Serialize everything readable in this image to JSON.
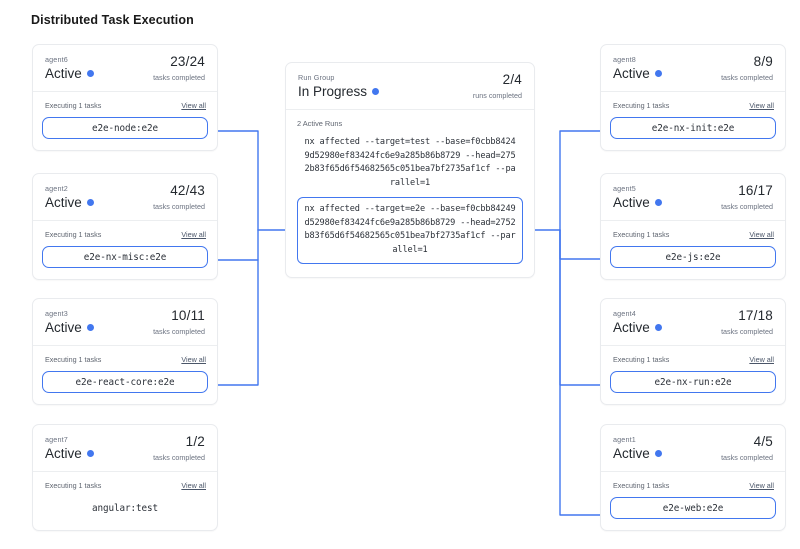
{
  "page": {
    "title": "Distributed Task Execution"
  },
  "colors": {
    "accent": "#4277ef",
    "card_border": "#e9ebee",
    "text": "#24292f",
    "muted": "#6b7280"
  },
  "labels": {
    "executing": "Executing 1 tasks",
    "view_all": "View all",
    "tasks_completed": "tasks completed",
    "runs_completed": "runs completed",
    "status_active": "Active"
  },
  "run_group": {
    "kicker": "Run Group",
    "status": "In Progress",
    "count": "2/4",
    "count_sub": "runs completed",
    "active_runs_label": "2 Active Runs",
    "commands": [
      {
        "text": "nx affected --target=test --base=f0cbb84249d52980ef83424fc6e9a285b86b8729 --head=2752b83f65d6f54682565c051bea7bf2735af1cf --parallel=1",
        "highlighted": false
      },
      {
        "text": "nx affected --target=e2e --base=f0cbb84249d52980ef83424fc6e9a285b86b8729 --head=2752b83f65d6f54682565c051bea7bf2735af1cf --parallel=1",
        "highlighted": true
      }
    ]
  },
  "left_agents": [
    {
      "name": "agent6",
      "status": "Active",
      "count": "23/24",
      "count_sub": "tasks completed",
      "executing": "Executing 1 tasks",
      "view_all": "View all",
      "task": "e2e-node:e2e",
      "boxed": true
    },
    {
      "name": "agent2",
      "status": "Active",
      "count": "42/43",
      "count_sub": "tasks completed",
      "executing": "Executing 1 tasks",
      "view_all": "View all",
      "task": "e2e-nx-misc:e2e",
      "boxed": true
    },
    {
      "name": "agent3",
      "status": "Active",
      "count": "10/11",
      "count_sub": "tasks completed",
      "executing": "Executing 1 tasks",
      "view_all": "View all",
      "task": "e2e-react-core:e2e",
      "boxed": true
    },
    {
      "name": "agent7",
      "status": "Active",
      "count": "1/2",
      "count_sub": "tasks completed",
      "executing": "Executing 1 tasks",
      "view_all": "View all",
      "task": "angular:test",
      "boxed": false
    }
  ],
  "right_agents": [
    {
      "name": "agent8",
      "status": "Active",
      "count": "8/9",
      "count_sub": "tasks completed",
      "executing": "Executing 1 tasks",
      "view_all": "View all",
      "task": "e2e-nx-init:e2e",
      "boxed": true
    },
    {
      "name": "agent5",
      "status": "Active",
      "count": "16/17",
      "count_sub": "tasks completed",
      "executing": "Executing 1 tasks",
      "view_all": "View all",
      "task": "e2e-js:e2e",
      "boxed": true
    },
    {
      "name": "agent4",
      "status": "Active",
      "count": "17/18",
      "count_sub": "tasks completed",
      "executing": "Executing 1 tasks",
      "view_all": "View all",
      "task": "e2e-nx-run:e2e",
      "boxed": true
    },
    {
      "name": "agent1",
      "status": "Active",
      "count": "4/5",
      "count_sub": "tasks completed",
      "executing": "Executing 1 tasks",
      "view_all": "View all",
      "task": "e2e-web:e2e",
      "boxed": true
    }
  ]
}
